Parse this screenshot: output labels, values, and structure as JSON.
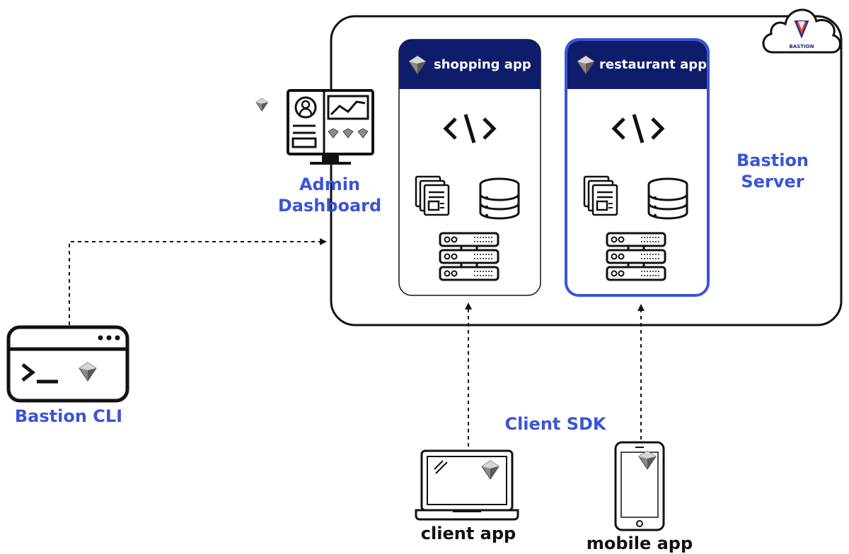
{
  "server": {
    "label_line1": "Bastion",
    "label_line2": "Server",
    "cloud_text": "BASTION"
  },
  "apps": [
    {
      "title": "shopping app"
    },
    {
      "title": "restaurant app"
    }
  ],
  "admin": {
    "label_line1": "Admin",
    "label_line2": "Dashboard"
  },
  "cli": {
    "label": "Bastion CLI"
  },
  "sdk": {
    "label": "Client SDK"
  },
  "clients": [
    {
      "label": "client app"
    },
    {
      "label": "mobile app"
    }
  ],
  "colors": {
    "accent": "#3a54d6",
    "header": "#0f1c6b",
    "text": "#111111"
  }
}
